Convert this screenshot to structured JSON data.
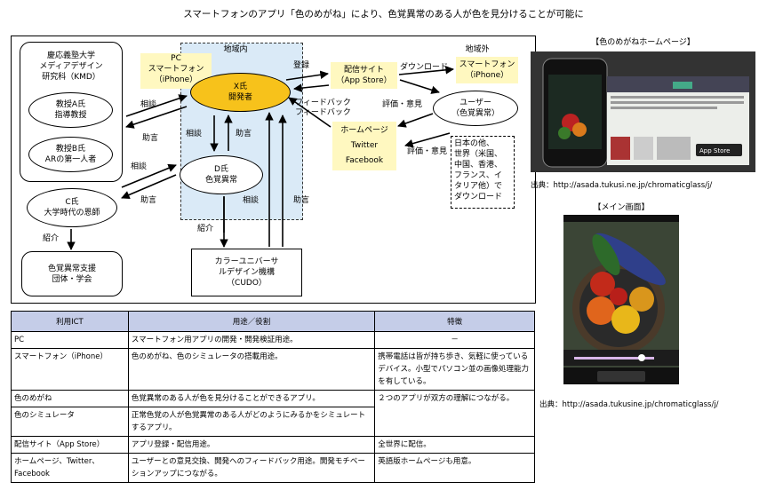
{
  "title": "スマートフォンのアプリ「色のめがね」により、色覚異常のある人が色を見分けることが可能に",
  "diagram": {
    "region_inner_label": "地域内",
    "region_outer_label": "地域外",
    "kmd": [
      "慶応義塾大学",
      "メディアデザイン",
      "研究科（KMD）"
    ],
    "prof_a": [
      "教授A氏",
      "指導教授"
    ],
    "prof_b": [
      "教授B氏",
      "ARの第一人者"
    ],
    "mr_c": [
      "C氏",
      "大学時代の恩師"
    ],
    "support_org": [
      "色覚異常支援",
      "団体・学会"
    ],
    "pc_phone": [
      "PC",
      "スマートフォン",
      "（iPhone）"
    ],
    "mr_x": [
      "X氏",
      "開発者"
    ],
    "mr_d": [
      "D氏",
      "色覚異常"
    ],
    "store": [
      "配信サイト",
      "（App Store）"
    ],
    "phone_outer": [
      "スマートフォン",
      "（iPhone）"
    ],
    "user": [
      "ユーザー",
      "（色覚異常）"
    ],
    "homepage": [
      "ホームページ",
      "Twitter",
      "Facebook"
    ],
    "world": [
      "日本の他、",
      "世界（米国、",
      "中国、香港、",
      "フランス、イ",
      "タリア他）で",
      "ダウンロード"
    ],
    "cudo": [
      "カラーユニバーサ",
      "ルデザイン機構",
      "（CUDO）"
    ],
    "arrows": {
      "consult": "相談",
      "advice": "助言",
      "intro": "紹介",
      "register": "登録",
      "download": "ダウンロード",
      "feedback": "フィードバック",
      "evaluation": "評価・意見"
    }
  },
  "table": {
    "headers": [
      "利用ICT",
      "用途／役割",
      "特徴"
    ],
    "rows": [
      {
        "ict": "PC",
        "use": "スマートフォン用アプリの開発・開発検証用途。",
        "feature": "－"
      },
      {
        "ict": "スマートフォン（iPhone）",
        "use": "色のめがね、色のシミュレータの搭載用途。",
        "feature": "携帯電話は皆が持ち歩き、気軽に使っているデバイス。小型でパソコン並の画像処理能力を有している。"
      },
      {
        "ict": "色のめがね",
        "use": "色覚異常のある人が色を見分けることができるアプリ。",
        "feature": "２つのアプリが双方の理解につながる。"
      },
      {
        "ict": "色のシミュレータ",
        "use": "正常色覚の人が色覚異常のある人がどのようにみるかをシミュレートするアプリ。",
        "feature": ""
      },
      {
        "ict": "配信サイト（App Store）",
        "use": "アプリ登録・配信用途。",
        "feature": "全世界に配信。"
      },
      {
        "ict": "ホームページ、Twitter、Facebook",
        "use": "ユーザーとの意見交換、開発へのフィードバック用途。開発モチベーションアップにつながる。",
        "feature": "英語版ホームページも用意。"
      }
    ]
  },
  "right": {
    "hp_caption": "【色のめがねホームページ】",
    "hp_source": "出典：http://asada.tukusi.ne.jp/chromaticglass/j/",
    "main_caption": "【メイン画面】",
    "main_source": "出典：http://asada.tukusine.jp/chromaticglass/j/",
    "app_store_badge": "App Store"
  },
  "colors": {
    "region": "#daeaf7",
    "x_ellipse": "#f7c21b",
    "yellow_box": "#fff8c0",
    "table_header": "#c5cde8"
  }
}
